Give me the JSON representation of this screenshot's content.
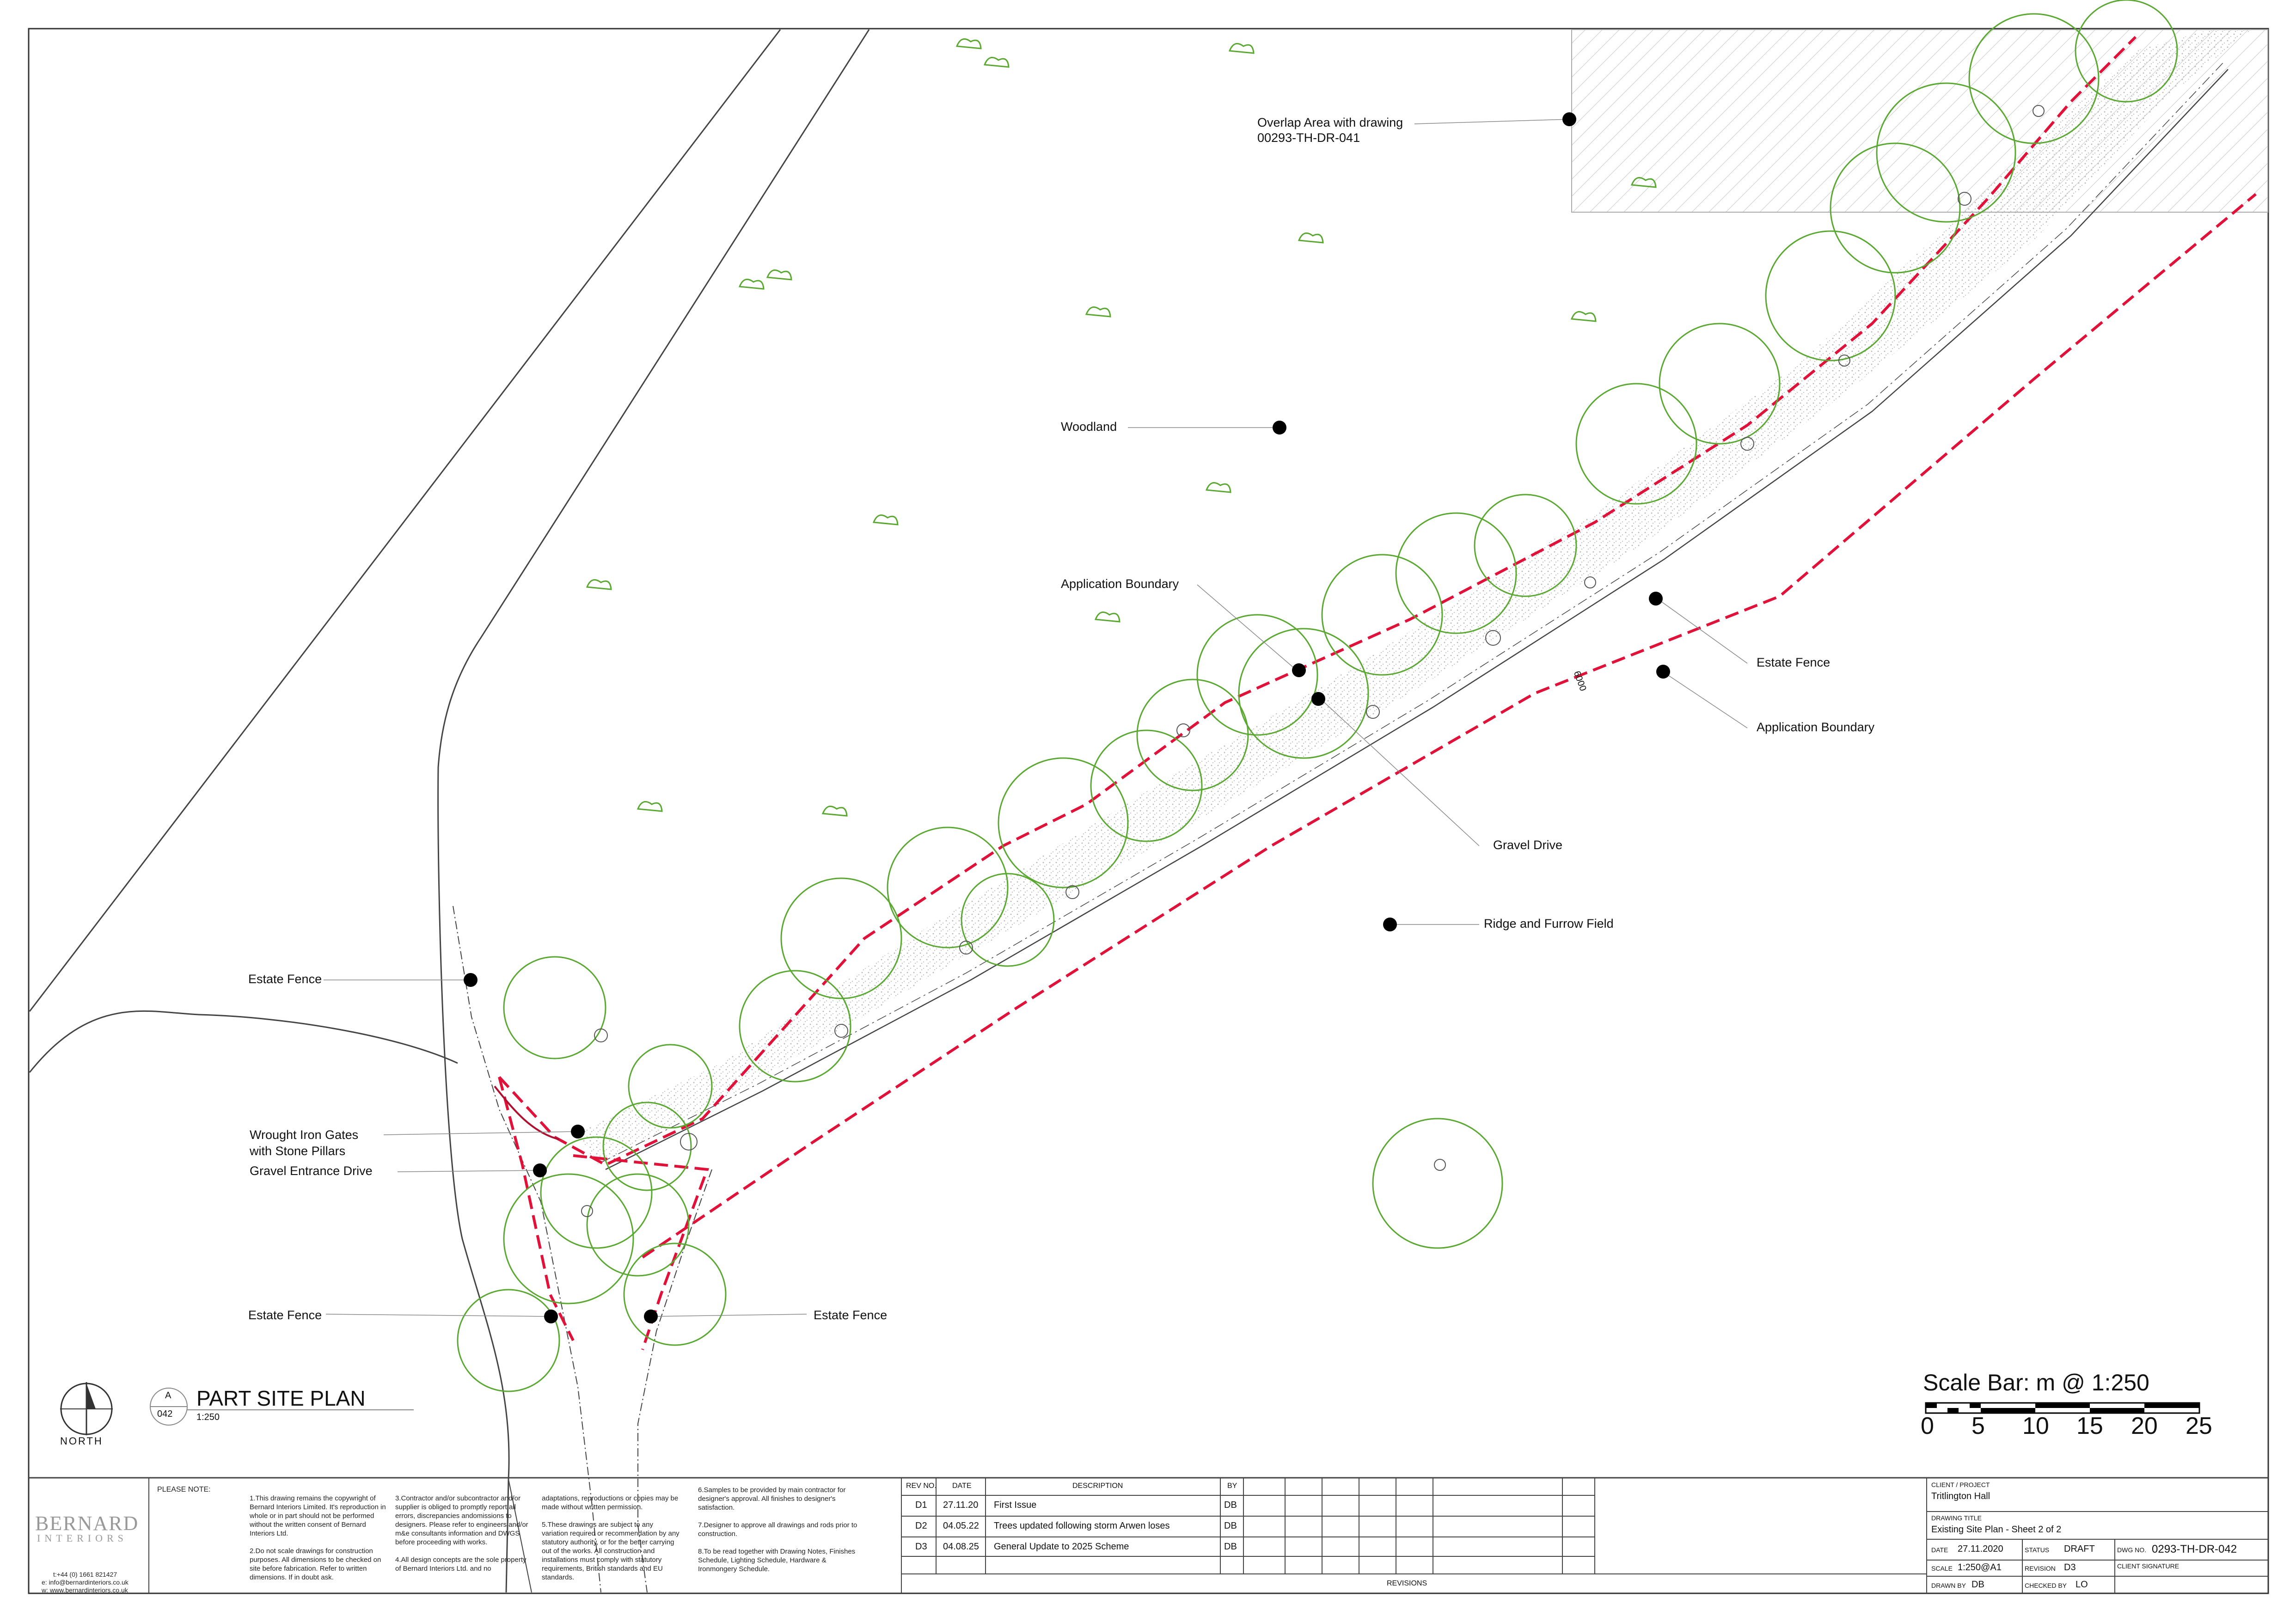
{
  "drawing": {
    "view_label": "PART SITE PLAN",
    "view_scale": "1:250",
    "view_ref_top": "A",
    "view_ref_bottom": "042",
    "north": "NORTH"
  },
  "labels": {
    "overlap_line1": "Overlap Area with drawing",
    "overlap_line2": "00293-TH-DR-041",
    "woodland": "Woodland",
    "application_boundary_1": "Application Boundary",
    "estate_fence_1": "Estate Fence",
    "application_boundary_2": "Application Boundary",
    "gravel_drive": "Gravel Drive",
    "ridge_furrow": "Ridge and Furrow Field",
    "estate_fence_2": "Estate Fence",
    "gates_line1": "Wrought Iron Gates",
    "gates_line2": "with Stone Pillars",
    "gravel_entrance": "Gravel Entrance Drive",
    "estate_fence_3": "Estate Fence",
    "estate_fence_4": "Estate Fence",
    "fence_dim": "6000"
  },
  "scale_bar": {
    "title": "Scale Bar: m @ 1:250",
    "ticks": [
      "0",
      "5",
      "10",
      "15",
      "20",
      "25"
    ]
  },
  "title_block": {
    "company_line1": "BERNARD",
    "company_line2": "INTERIORS",
    "phone": "t:+44 (0) 1661 821427",
    "email": "e: info@bernardinteriors.co.uk",
    "web": "w: www.bernardinteriors.co.uk",
    "please_note": "PLEASE NOTE:",
    "notes": [
      "1.This drawing remains the copywright of Bernard Interiors Limited. It's reproduction in whole or in part should not be performed without the written consent of Bernard Interiors Ltd.\n\n2.Do not scale drawings for construction purposes. All dimensions to be checked on site before fabrication. Refer to written dimensions. If in doubt ask.",
      "3.Contractor and/or subcontractor and/or supplier is obliged to promptly report all errors, discrepancies andomissions to designers. Please refer to engineers and/or m&e consultants information and DWGS before proceeding with works.\n\n4.All design concepts are the sole property of Bernard Interiors Ltd. and no",
      "adaptations, reproductions or copies may be made without written permission.\n\n5.These drawings are subject to any variation required or recommendation by any statutory authority, or for the better carrying out of the works. All construction and installations must comply with statutory requirements, British standards and EU standards.",
      "6.Samples to be provided by main contractor for designer's approval. All finishes to designer's satisfaction.\n\n7.Designer to approve all drawings and rods prior to construction.\n\n8.To be read together with Drawing Notes, Finishes Schedule, Lighting Schedule, Hardware & Ironmongery Schedule."
    ],
    "rev_headers": {
      "rev": "REV NO.",
      "date": "DATE",
      "desc": "DESCRIPTION",
      "by": "BY"
    },
    "revisions": [
      {
        "rev": "D1",
        "date": "27.11.20",
        "desc": "First Issue",
        "by": "DB"
      },
      {
        "rev": "D2",
        "date": "04.05.22",
        "desc": "Trees updated following storm Arwen loses",
        "by": "DB"
      },
      {
        "rev": "D3",
        "date": "04.08.25",
        "desc": "General Update to 2025 Scheme",
        "by": "DB"
      }
    ],
    "revisions_caption": "REVISIONS",
    "client_label": "CLIENT / PROJECT",
    "client_value": "Tritlington Hall",
    "title_label": "DRAWING TITLE",
    "title_value": "Existing Site Plan - Sheet 2 of 2",
    "date_label": "DATE",
    "date_value": "27.11.2020",
    "status_label": "STATUS",
    "status_value": "DRAFT",
    "dwg_label": "DWG NO.",
    "dwg_value": "0293-TH-DR-042",
    "scale_label": "SCALE",
    "scale_value": "1:250@A1",
    "revision_label": "REVISION",
    "revision_value": "D3",
    "client_sig_label": "CLIENT SIGNATURE",
    "drawn_label": "DRAWN BY",
    "drawn_value": "DB",
    "checked_label": "CHECKED BY",
    "checked_value": "LO"
  },
  "colors": {
    "tree": "#5aa832",
    "boundary": "#e0123a",
    "line": "#333333",
    "gravel": "#bdbdbd"
  }
}
